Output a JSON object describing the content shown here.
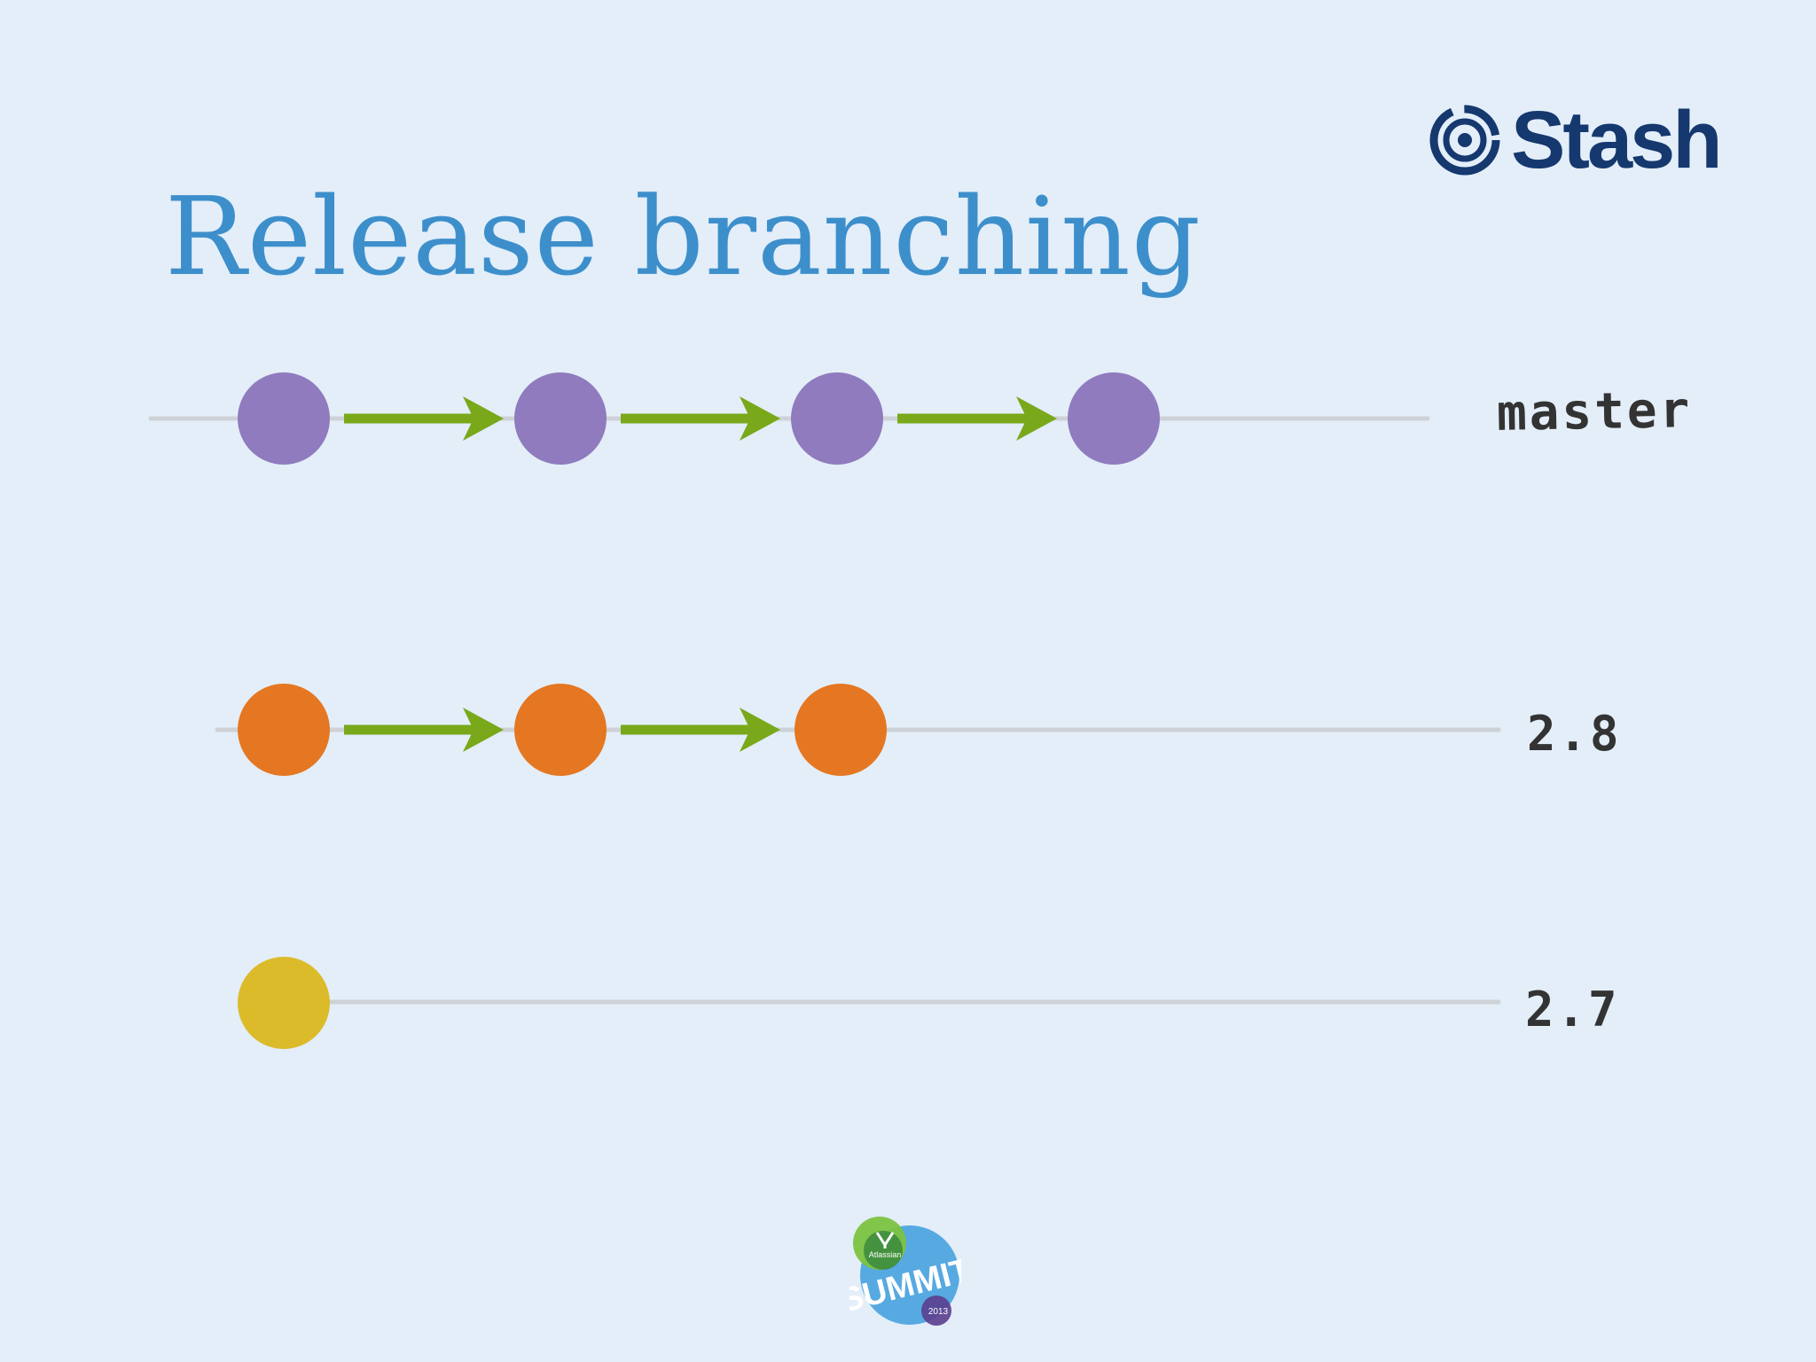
{
  "title": "Release branching",
  "brand": {
    "name": "Stash",
    "icon": "stash-logo-icon",
    "color": "#15386e"
  },
  "colors": {
    "background": "#e3eef9",
    "title": "#3d8fcb",
    "arrow": "#79a81a",
    "branch_line": "#c9ccce"
  },
  "branches": [
    {
      "label": "master",
      "color": "#8f7bbd",
      "commits": 4
    },
    {
      "label": "2.8",
      "color": "#e57722",
      "commits": 3
    },
    {
      "label": "2.7",
      "color": "#dcbb2a",
      "commits": 1
    }
  ],
  "event_logo": {
    "icon": "atlassian-summit-logo",
    "brand": "Atlassian",
    "word": "SUMMIT",
    "year": "2013"
  }
}
